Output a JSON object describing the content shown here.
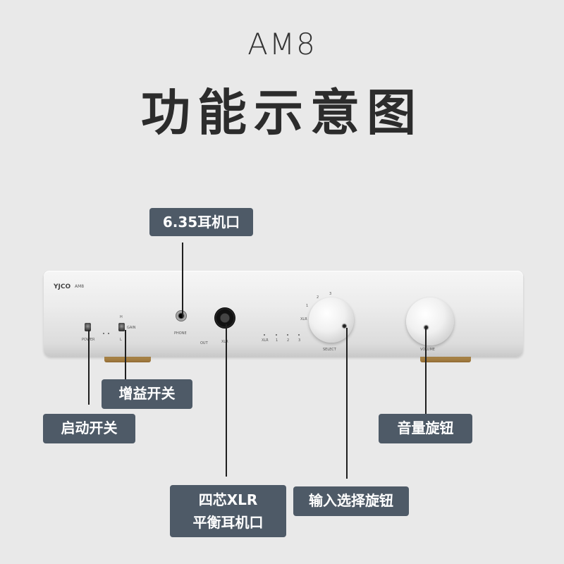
{
  "header": {
    "model": "AM8",
    "title": "功能示意图"
  },
  "device": {
    "brand": "YJCO",
    "model": "AM8",
    "panel_labels": {
      "power": "POWER",
      "gain": "GAIN",
      "gain_high": "H",
      "gain_low": "L",
      "phone": "PHONE",
      "out": "OUT",
      "xlr": "XLR",
      "select": "SELECT",
      "volume": "VOLUME",
      "inputs": [
        "XLR",
        "1",
        "2",
        "3"
      ],
      "selector_marks": [
        "XLR",
        "1",
        "2",
        "3"
      ]
    }
  },
  "labels": {
    "phone_jack": "6.35耳机口",
    "gain_switch": "增益开关",
    "power_switch": "启动开关",
    "xlr_jack_line1": "四芯XLR",
    "xlr_jack_line2": "平衡耳机口",
    "input_selector": "输入选择旋钮",
    "volume_knob": "音量旋钮"
  },
  "colors": {
    "background": "#e9e9e9",
    "label_bg": "#4e5a67",
    "label_text": "#ffffff",
    "title_text": "#2c2c2c"
  }
}
